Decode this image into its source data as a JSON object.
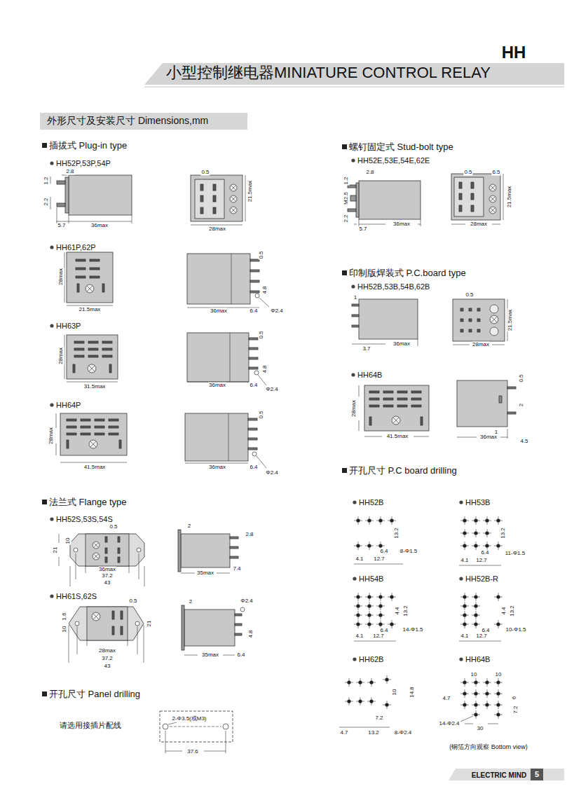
{
  "diagram": {
    "title": "小型控制继电器MINIATURE CONTROL RELAY",
    "nodes": [
      {
        "text": [
          "外形尺寸及安装尺寸 Dimensions,mm"
        ]
      },
      {
        "text": [
          "5"
        ]
      }
    ],
    "labels": [
      "HH",
      "插拔式 Plug-in type",
      "HH52P,53P,54P",
      "2.8",
      "1.2",
      "2.2",
      "5.7",
      "36max",
      "0.5",
      "21.5max",
      "28max",
      "HH61P,62P",
      "28max",
      "21.5max",
      "0.5",
      "4.8",
      "36max",
      "6.4",
      "Φ2.4",
      "HH63P",
      "28max",
      "31.5max",
      "0.5",
      "4.8",
      "36max",
      "6.4",
      "Φ2.4",
      "HH64P",
      "28max",
      "41.5max",
      "0.5",
      "36max",
      "6.4",
      "Φ2.4",
      "法兰式 Flange type",
      "HH52S,53S,54S",
      "0.5",
      "21",
      "10",
      "36max",
      "37.2",
      "43",
      "2",
      "2.8",
      "35max",
      "7.4",
      "HH61S,62S",
      "0.5",
      "1.6",
      "10",
      "21",
      "28max",
      "37.2",
      "43",
      "2",
      "Φ2.4",
      "35max",
      "6.4",
      "4.8",
      "开孔尺寸 Panel drilling",
      "请选用接插片配线",
      "2-Φ3.5(或M3)",
      "37.6",
      "螺钉固定式 Stud-bolt type",
      "HH52E,53E,54E,62E",
      "2.8",
      "1.2",
      "M2.5",
      "2.2",
      "5.7",
      "36max",
      "0.5",
      "6.5",
      "21.5max",
      "28max",
      "印制版焊装式 P.C.board type",
      "HH52B,53B,54B,62B",
      "0.5",
      "1",
      "3.7",
      "36max",
      "21.5max",
      "28max",
      "HH64B",
      "28max",
      "41.5max",
      "0.5",
      "2",
      "1",
      "36max",
      "4.5",
      "开孔尺寸 P.C board drilling",
      "HH52B",
      "13.2",
      "6.4",
      "8-Φ1.5",
      "4.1",
      "12.7",
      "HH53B",
      "13.2",
      "6.4",
      "11-Φ1.5",
      "4.1",
      "12.7",
      "HH54B",
      "4.4",
      "13.2",
      "6.4",
      "14-Φ1.5",
      "4.1",
      "12.7",
      "HH52B-R",
      "4.4",
      "13.2",
      "6.4",
      "10-Φ1.5",
      "4.1",
      "12.7",
      "HH62B",
      "10",
      "14.8",
      "7.2",
      "8-Φ2.4",
      "4.7",
      "13.2",
      "HH64B",
      "10",
      "10",
      "4.7",
      "6",
      "7.2",
      "14-Φ2.4",
      "30",
      "(铜箔方向观察 Bottom view)",
      "ELECTRIC MIND"
    ]
  }
}
